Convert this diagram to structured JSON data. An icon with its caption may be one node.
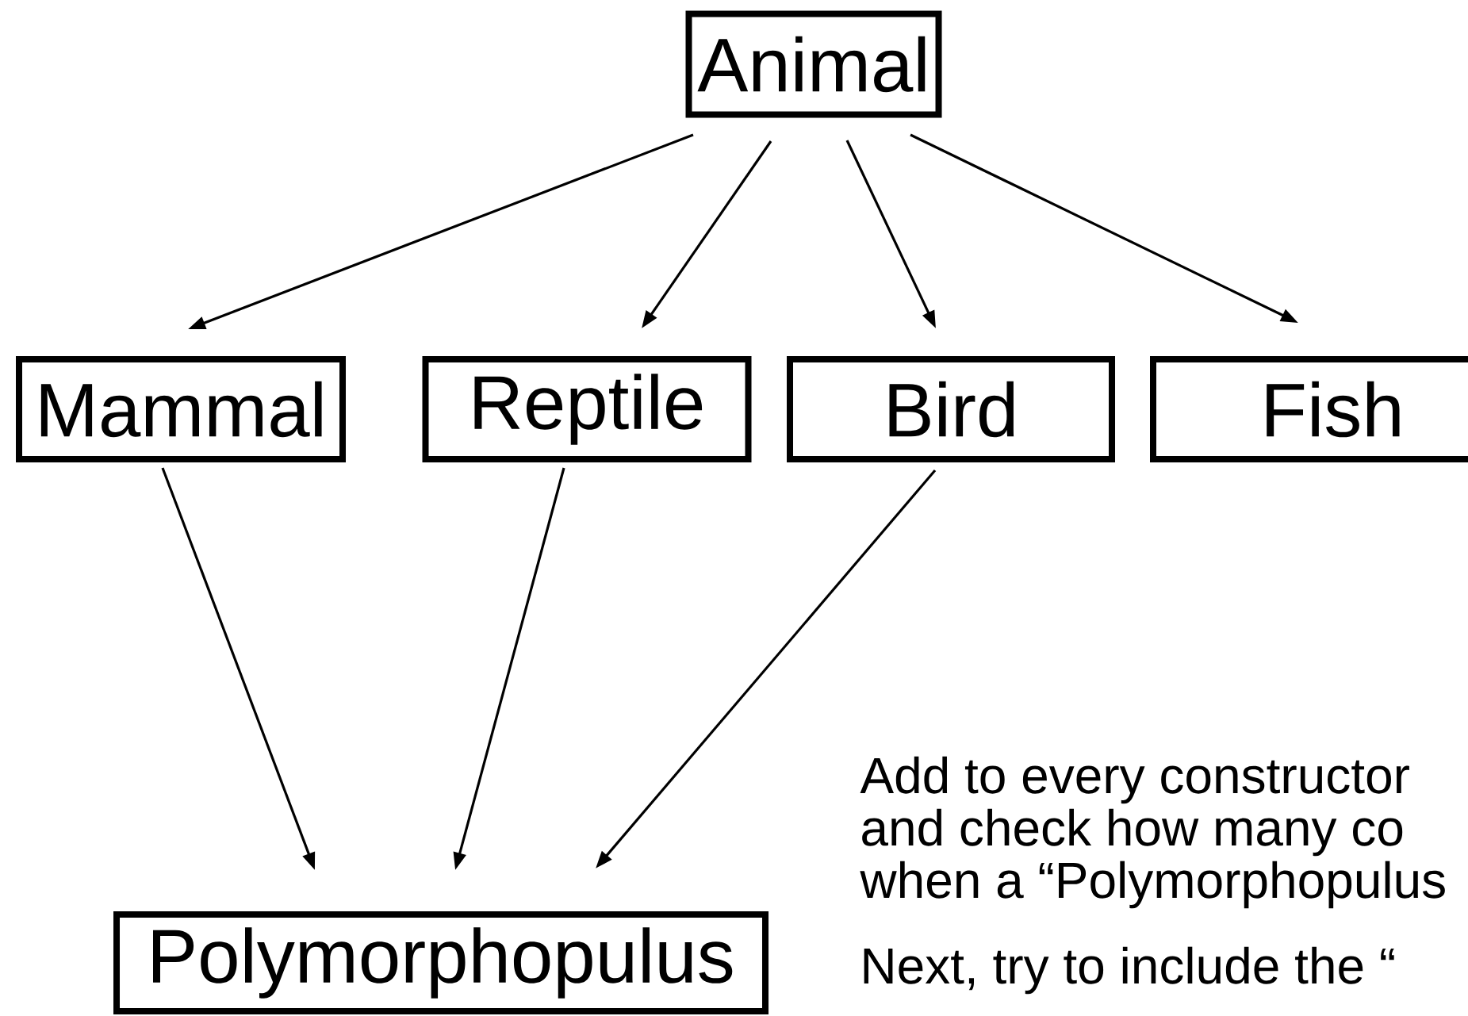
{
  "diagram": {
    "nodes": [
      {
        "text": [
          "Animal"
        ]
      },
      {
        "text": [
          "Mammal"
        ]
      },
      {
        "text": [
          "Reptile"
        ]
      },
      {
        "text": [
          "Bird"
        ]
      },
      {
        "text": [
          "Fish"
        ]
      },
      {
        "text": [
          "Polymorphopulus"
        ]
      }
    ],
    "edges": [
      {
        "from": 0,
        "to": 1,
        "arrow": "to"
      },
      {
        "from": 0,
        "to": 2,
        "arrow": "to"
      },
      {
        "from": 0,
        "to": 3,
        "arrow": "to"
      },
      {
        "from": 0,
        "to": 4,
        "arrow": "to"
      },
      {
        "from": 1,
        "to": 5,
        "arrow": "to"
      },
      {
        "from": 2,
        "to": 5,
        "arrow": "to"
      },
      {
        "from": 3,
        "to": 5,
        "arrow": "to"
      }
    ],
    "labels": [
      "Add to every constructor",
      "and check how many co",
      "when a “Polymorphopulus",
      "Next, try to include the “"
    ]
  }
}
